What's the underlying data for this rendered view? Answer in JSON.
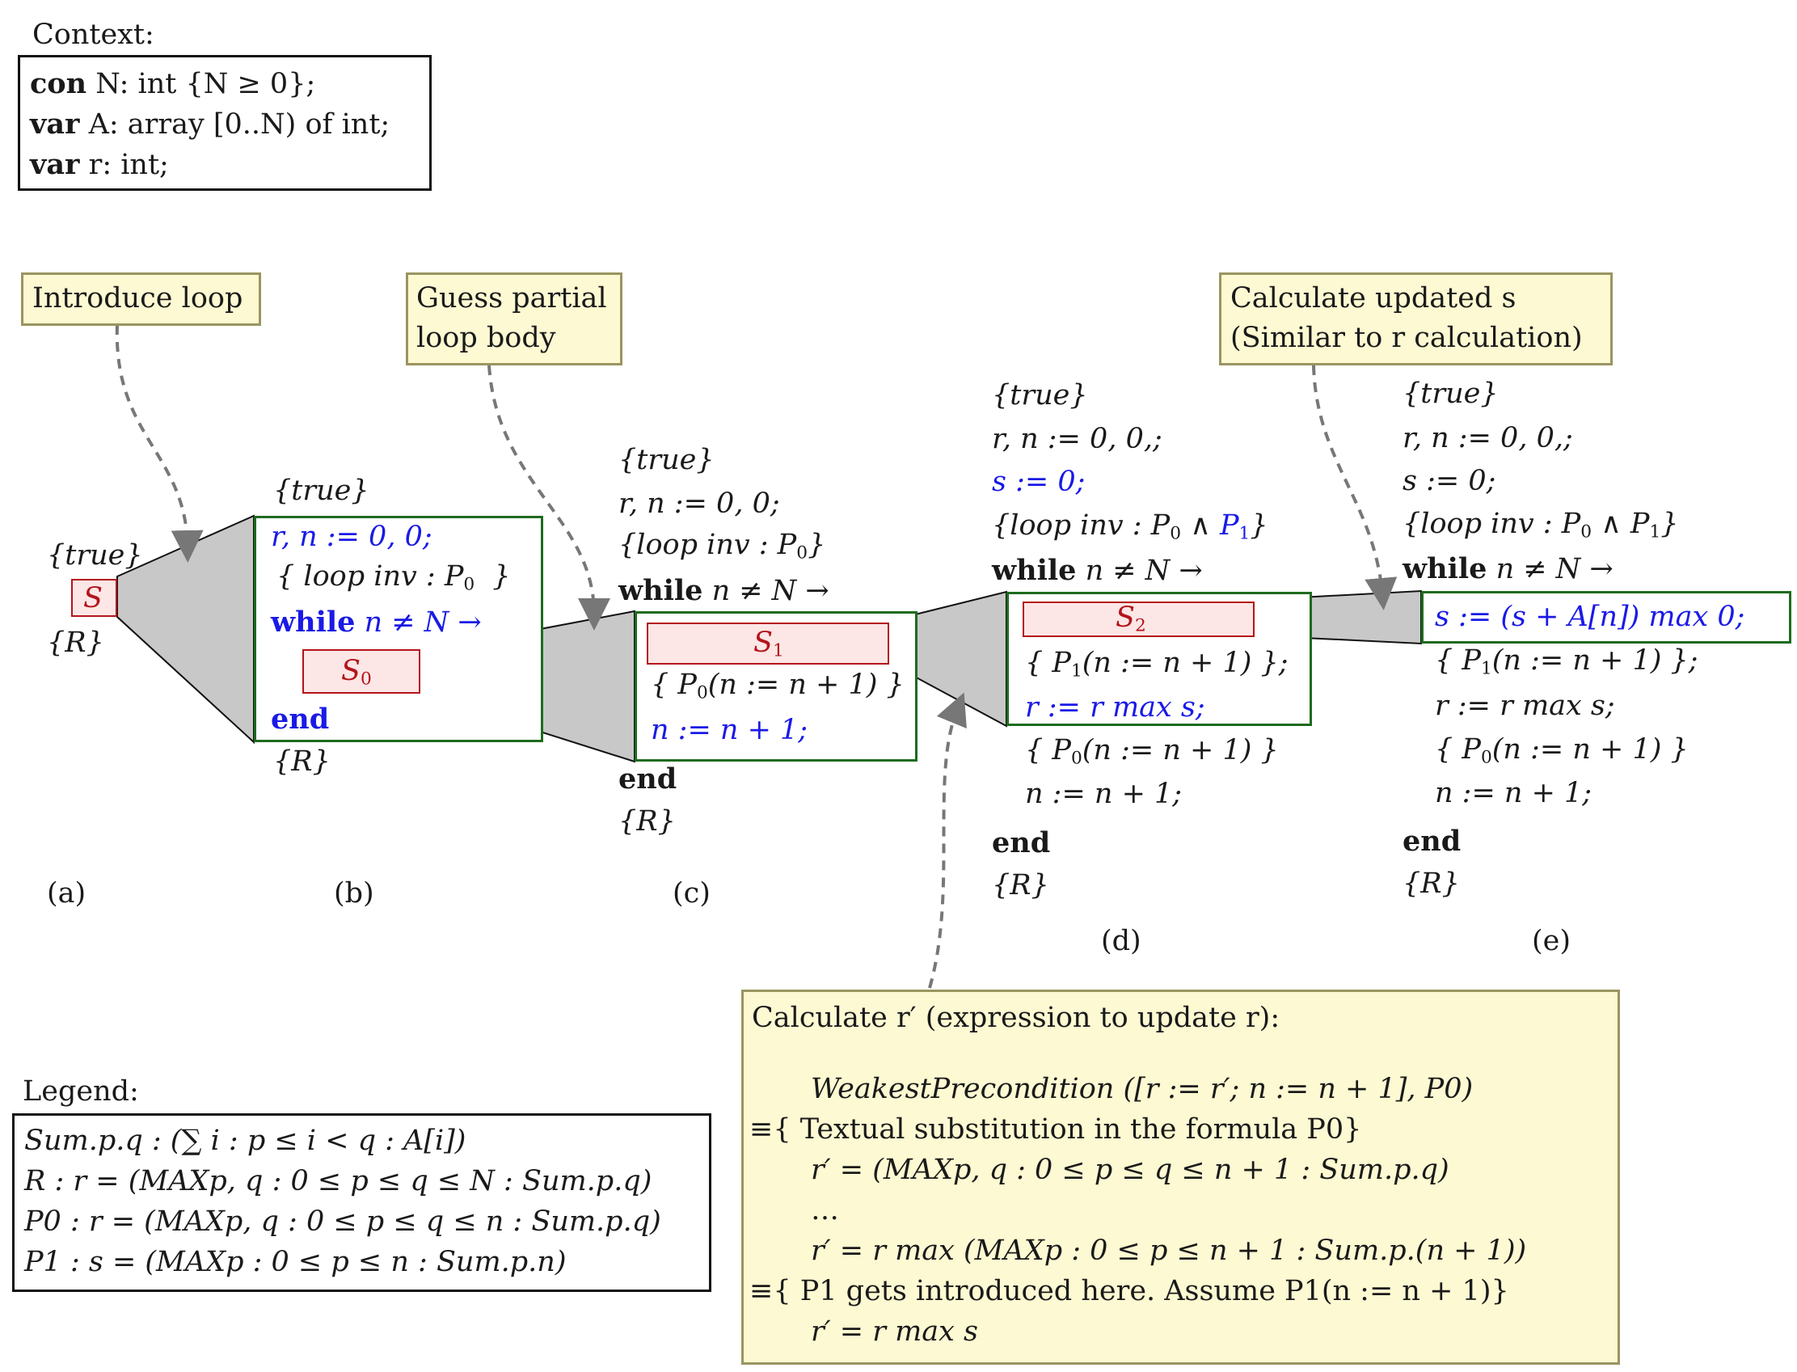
{
  "context": {
    "heading": "Context:",
    "lines": [
      {
        "kw": "con",
        "rest": " N: int {N ≥ 0};"
      },
      {
        "kw": "var",
        "rest": " A: array [0..N) of int;"
      },
      {
        "kw": "var",
        "rest": " r: int;"
      }
    ]
  },
  "callouts": {
    "introduce_loop": "Introduce loop",
    "guess_1": "Guess partial",
    "guess_2": "loop body",
    "calc_s_1": "Calculate updated s",
    "calc_s_2": "(Similar to r calculation)"
  },
  "panel_a": {
    "pre": "{true}",
    "stmt": "S",
    "post": "{R}",
    "label": "(a)"
  },
  "panel_b": {
    "pre": "{true}",
    "init": "r, n := 0, 0;",
    "inv": "{  loop inv : P",
    "inv_sub": "0",
    "inv_close": "}",
    "while_kw": "while",
    "guard": " n ≠ N →",
    "stmt": "S",
    "stmt_sub": "0",
    "end": "end",
    "post": "{R}",
    "label": "(b)"
  },
  "panel_c": {
    "pre": "{true}",
    "init": "r, n := 0, 0;",
    "inv": "{loop inv : P",
    "inv_sub": "0",
    "inv_close": "}",
    "while_kw": "while",
    "guard": " n ≠ N →",
    "stmt": "S",
    "stmt_sub": "1",
    "assert": "{ P",
    "assert_sub": "0",
    "assert_rest": "(n := n + 1) }",
    "incr": "n := n + 1;",
    "end": "end",
    "post": "{R}",
    "label": "(c)"
  },
  "panel_d": {
    "pre": "{true}",
    "init": "r, n := 0, 0,;",
    "s_init": "s := 0;",
    "inv": "{loop inv : P",
    "inv_sub": "0",
    "inv_and": " ∧ ",
    "inv_p1": "P",
    "inv_p1_sub": "1",
    "inv_close": "}",
    "while_kw": "while",
    "guard": " n ≠ N →",
    "stmt": "S",
    "stmt_sub": "2",
    "assert1": "{ P",
    "assert1_sub": "1",
    "assert1_rest": "(n := n + 1) };",
    "r_update": "r := r max s;",
    "assert2": "{ P",
    "assert2_sub": "0",
    "assert2_rest": "(n := n + 1) }",
    "incr": "n := n + 1;",
    "end": "end",
    "post": "{R}",
    "label": "(d)"
  },
  "panel_e": {
    "pre": "{true}",
    "init": "r, n := 0, 0,;",
    "s_init": "s := 0;",
    "inv": "{loop inv : P",
    "inv_sub": "0",
    "inv_and": " ∧ P",
    "inv_p1_sub": "1",
    "inv_close": "}",
    "while_kw": "while",
    "guard": " n ≠ N →",
    "s_update": "s := (s + A[n]) max 0;",
    "assert1": "{ P",
    "assert1_sub": "1",
    "assert1_rest": "(n := n + 1) };",
    "r_update": "r := r max s;",
    "assert2": "{ P",
    "assert2_sub": "0",
    "assert2_rest": "(n := n + 1) }",
    "incr": "n := n + 1;",
    "end": "end",
    "post": "{R}",
    "label": "(e)"
  },
  "legend": {
    "heading": "Legend:",
    "lines": [
      "Sum.p.q : (∑ i : p ≤ i < q : A[i])",
      "R : r = (MAXp, q : 0 ≤ p ≤ q ≤ N : Sum.p.q)",
      "P0 : r = (MAXp, q : 0 ≤ p ≤ q ≤ n : Sum.p.q)",
      "P1 : s = (MAXp : 0 ≤ p ≤ n : Sum.p.n)"
    ]
  },
  "calc_r": {
    "title": "Calculate r′ (expression to update r):",
    "l1": "WeakestPrecondition ([r := r′; n := n + 1], P0)",
    "l2": "≡{ Textual substitution in the formula P0}",
    "l3": "r′ = (MAXp, q : 0 ≤ p ≤ q ≤ n + 1 : Sum.p.q)",
    "l4": "…",
    "l5": "r′ = r max  (MAXp : 0 ≤ p ≤ n + 1 : Sum.p.(n + 1))",
    "l6": "≡{ P1 gets introduced here. Assume P1(n := n + 1)}",
    "l7": "r′ = r max s"
  },
  "colors": {
    "program_blue": "#1a1ae6",
    "hole_red": "#b3141a",
    "hole_fill": "#fde6e6",
    "block_green": "#1e6b1e",
    "callout_fill": "#fdf9d2",
    "funnel_gray": "#c8c8c8"
  }
}
